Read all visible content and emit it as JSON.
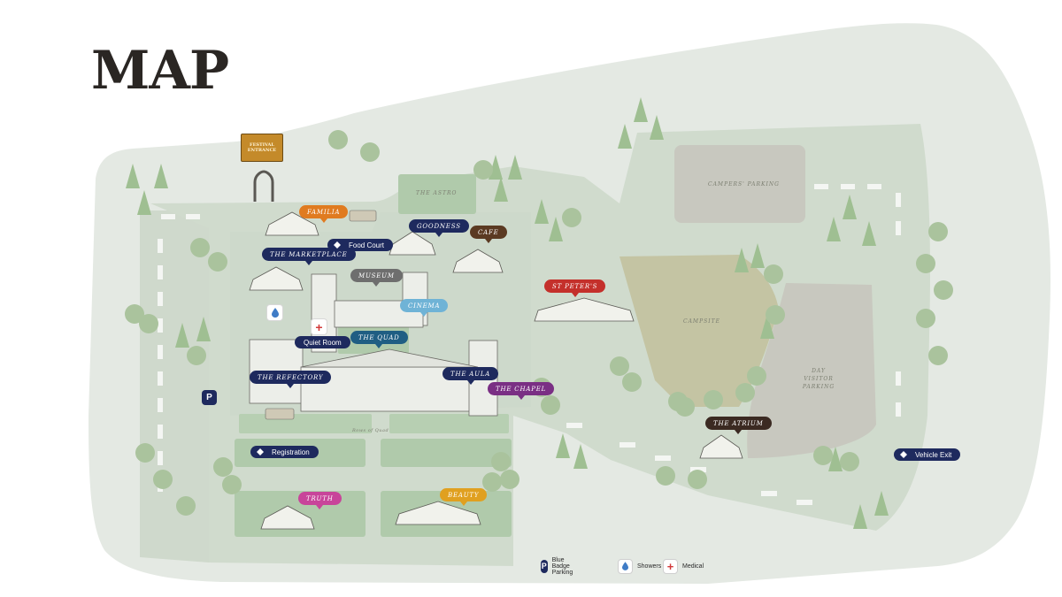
{
  "title": "MAP",
  "colors": {
    "ground": "#e4e9e3",
    "path": "#c9d5c6",
    "lawn": "#aac5a5",
    "navy": "#1e2a5e",
    "campsite": "#bfc09c",
    "parking": "#c6c6bd",
    "medical": "#d23a3a",
    "shower": "#3f7cc6"
  },
  "entrance": {
    "sign": "FESTIVAL ENTRANCE"
  },
  "areas": {
    "astro": "THE ASTRO",
    "campers_parking": "CAMPERS' PARKING",
    "campsite": "CAMPSITE",
    "day_visitor_parking": "DAY VISITOR PARKING",
    "quad_road": "Rows of Quad"
  },
  "venues": [
    {
      "id": "familia",
      "label": "FAMILIA",
      "color": "#e07b20"
    },
    {
      "id": "goodness",
      "label": "GOODNESS",
      "color": "#1e2a5e"
    },
    {
      "id": "cafe",
      "label": "CAFE",
      "color": "#5b3a22"
    },
    {
      "id": "marketplace",
      "label": "THE MARKETPLACE",
      "color": "#1e2a5e"
    },
    {
      "id": "museum",
      "label": "MUSEUM",
      "color": "#6e6e6e"
    },
    {
      "id": "st-peters",
      "label": "ST PETER'S",
      "color": "#c4302b"
    },
    {
      "id": "cinema",
      "label": "CINEMA",
      "color": "#6fb3d6"
    },
    {
      "id": "the-quad",
      "label": "THE QUAD",
      "color": "#1f5e83"
    },
    {
      "id": "refectory",
      "label": "THE REFECTORY",
      "color": "#1e2a5e"
    },
    {
      "id": "aula",
      "label": "THE AULA",
      "color": "#1e2a5e"
    },
    {
      "id": "chapel",
      "label": "THE CHAPEL",
      "color": "#7a2f84"
    },
    {
      "id": "atrium",
      "label": "THE ATRIUM",
      "color": "#3b2a22"
    },
    {
      "id": "truth",
      "label": "TRUTH",
      "color": "#c8459a"
    },
    {
      "id": "beauty",
      "label": "BEAUTY",
      "color": "#e0a020"
    }
  ],
  "services": {
    "food_court": "Food Court",
    "quiet_room": "Quiet Room",
    "registration": "Registration",
    "vehicle_exit": "Vehicle Exit"
  },
  "map_icons": {
    "parking": "P",
    "medical": "+",
    "shower": "water-drop-icon"
  },
  "legend": {
    "blue_badge": {
      "symbol": "P",
      "label": "Blue Badge Parking"
    },
    "showers": {
      "label": "Showers"
    },
    "medical": {
      "symbol": "+",
      "label": "Medical"
    }
  }
}
